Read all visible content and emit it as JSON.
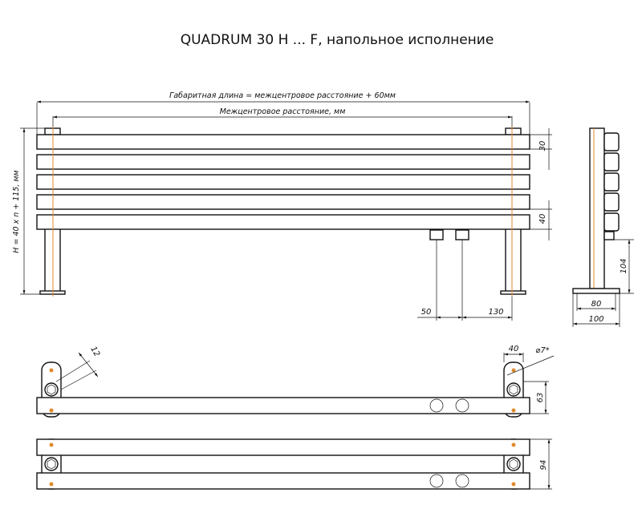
{
  "title": "QUADRUM 30 H ... F, напольное исполнение",
  "labels": {
    "overall_length": "Габаритная длина = межцентровое расстояние + 60мм",
    "center_distance": "Межцентровое расстояние, мм",
    "height_formula": "H = 40 х n + 115, мм"
  },
  "dimensions": {
    "tube_thickness": "30",
    "tube_pitch": "40",
    "offset_50": "50",
    "offset_130": "130",
    "leg_height": "104",
    "foot_80": "80",
    "foot_100": "100",
    "bracket_angle": "12",
    "bracket_40": "40",
    "hole_diameter": "⌀7*",
    "depth_63": "63",
    "depth_94": "94"
  },
  "colors": {
    "line": "#111111",
    "axis": "#e08a2c"
  }
}
